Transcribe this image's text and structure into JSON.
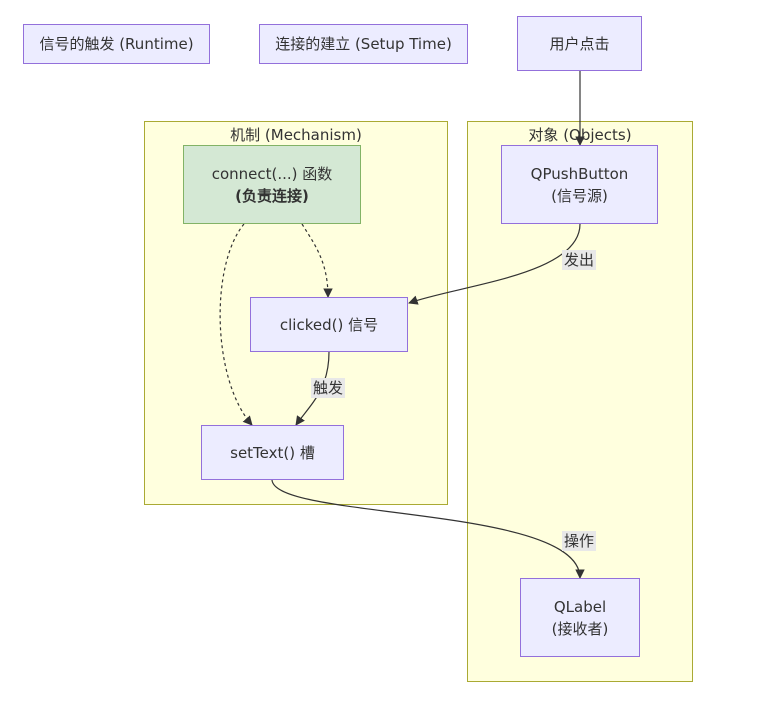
{
  "legend": {
    "runtime": "信号的触发 (Runtime)",
    "setup": "连接的建立 (Setup Time)",
    "user_click": "用户点击"
  },
  "mechanism": {
    "title": "机制 (Mechanism)",
    "connect_line1": "connect(...) 函数",
    "connect_line2": "(负责连接)",
    "clicked": "clicked() 信号",
    "settext": "setText() 槽"
  },
  "objects": {
    "title": "对象 (Objects)",
    "button_line1": "QPushButton",
    "button_line2": "(信号源)",
    "label_line1": "QLabel",
    "label_line2": "(接收者)"
  },
  "edges": {
    "emit": "发出",
    "trigger": "触发",
    "operate": "操作"
  },
  "colors": {
    "node_fill": "#ececff",
    "node_border": "#9370db",
    "subgraph_fill": "#ffffde",
    "subgraph_border": "#aaaa33",
    "connect_fill": "#d4e8d4",
    "connect_border": "#82b366",
    "edge": "#333333"
  }
}
